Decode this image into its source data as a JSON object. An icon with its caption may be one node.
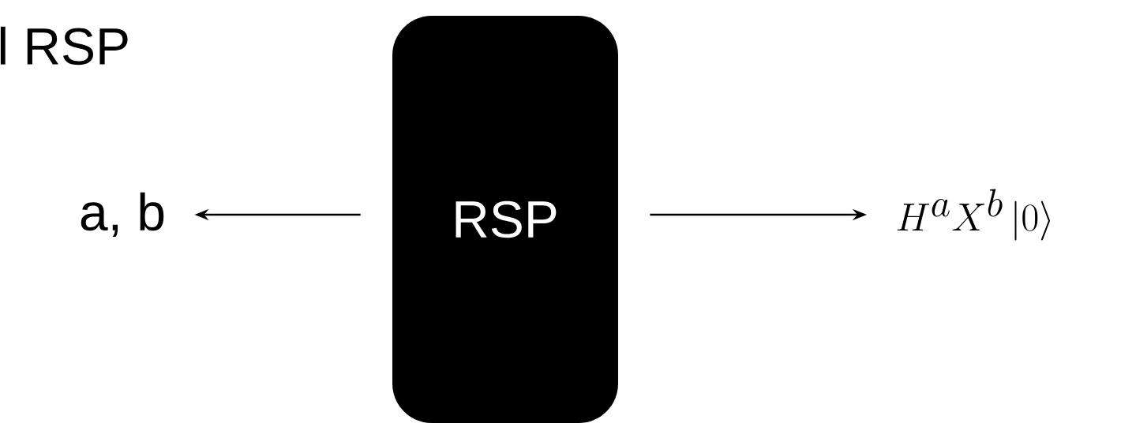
{
  "diagram": {
    "title": "l RSP",
    "nodes": [
      {
        "text": [
          "a, b"
        ]
      },
      {
        "text": [
          "RSP"
        ]
      },
      {
        "text": [
          "H^{a}X^{b}\\,|0\\rangle"
        ]
      }
    ],
    "edges": [
      {
        "from": 1,
        "to": 0,
        "arrow": "to"
      },
      {
        "from": 1,
        "to": 2,
        "arrow": "to"
      }
    ]
  }
}
